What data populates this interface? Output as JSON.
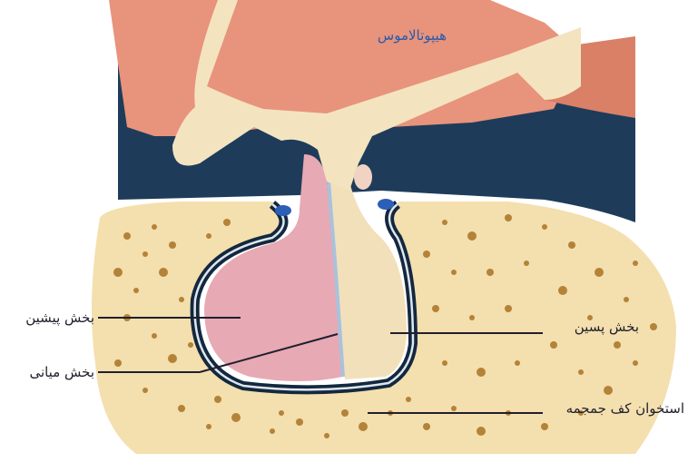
{
  "labels": {
    "hypothalamus": "هیپوتالاموس",
    "anterior_lobe": "بخش پیشین",
    "intermediate_lobe": "بخش میانی",
    "posterior_lobe": "بخش پسین",
    "sphenoid_bone": "استخوان کف جمجمه"
  },
  "colors": {
    "hypothalamus_tissue": "#e8937c",
    "stalk": "#f3e4bf",
    "cavity_dark": "#1e3c5a",
    "anterior_lobe": "#e7a9b4",
    "posterior_lobe": "#f2e0ba",
    "bone": "#f4dfae",
    "bone_pores": "#b48338",
    "label_text": "#1f1f2e",
    "top_label_text": "#2a5aa8"
  }
}
